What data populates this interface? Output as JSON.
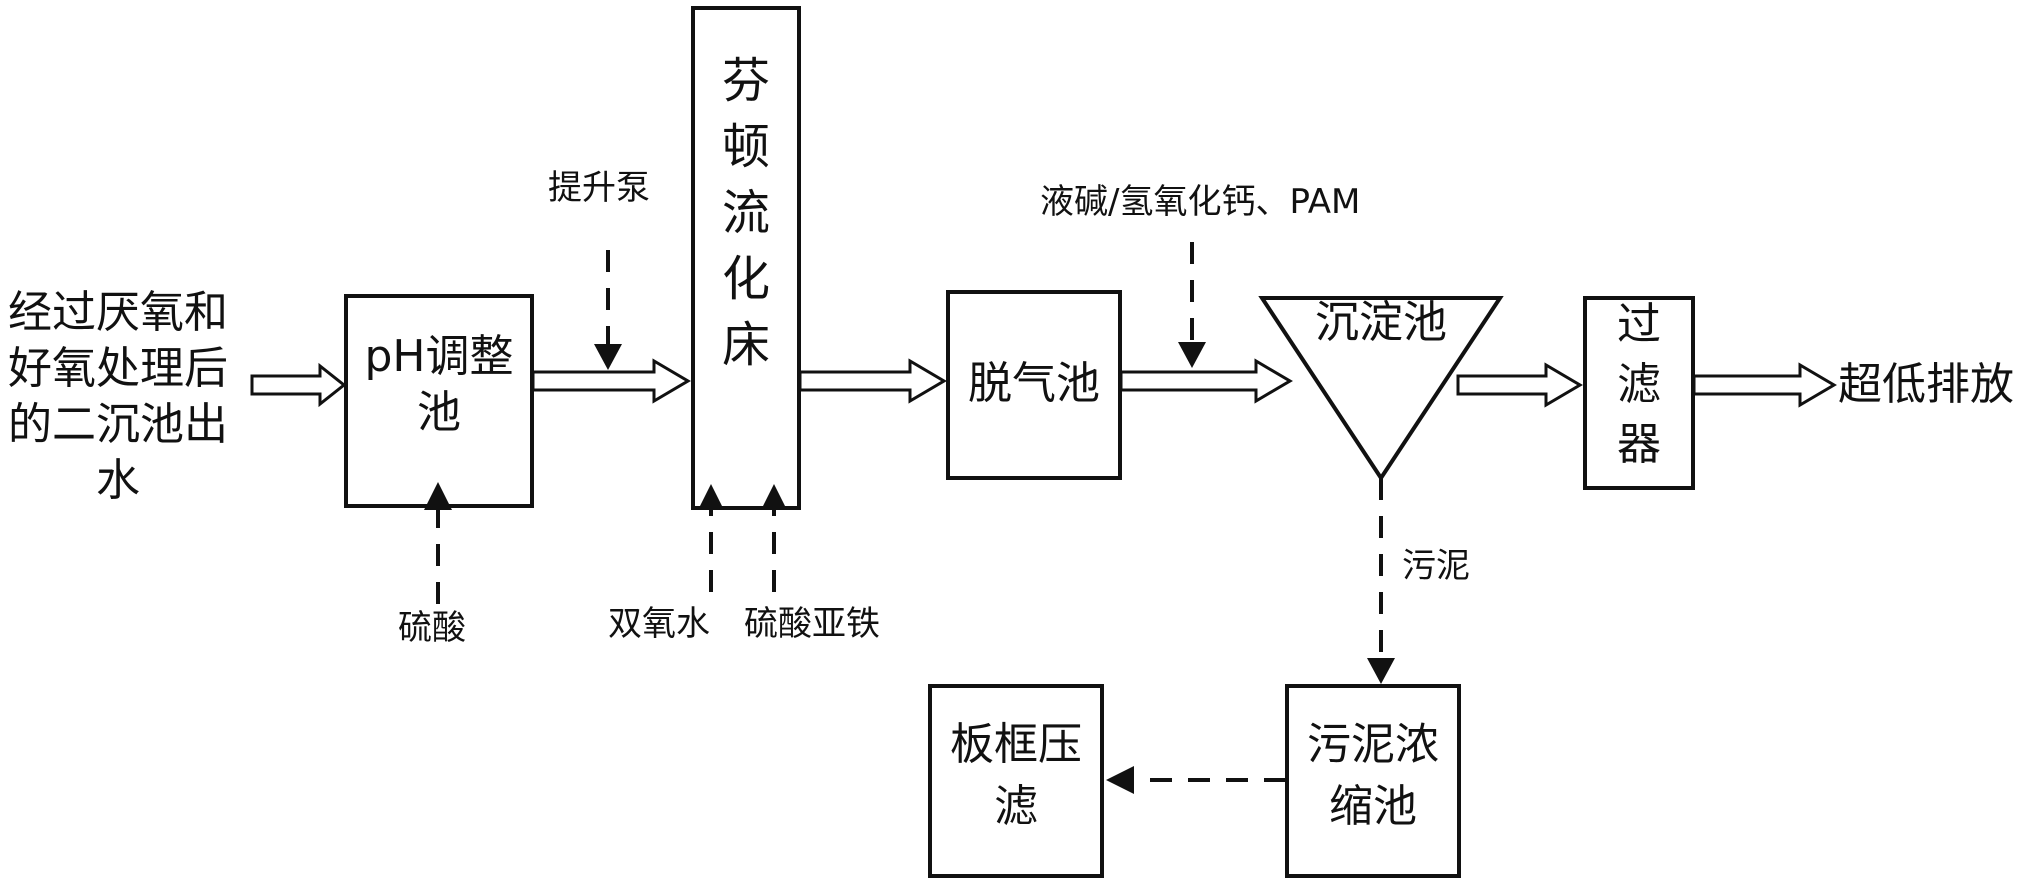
{
  "input": {
    "line1": "经过厌氧和",
    "line2": "好氧处理后",
    "line3": "的二沉池出",
    "line4": "水"
  },
  "ph_tank": {
    "line1": "pH调整",
    "line2": "池"
  },
  "pump": "提升泵",
  "sulfuric_acid": "硫酸",
  "fenton": {
    "c1": "芬",
    "c2": "顿",
    "c3": "流",
    "c4": "化",
    "c5": "床"
  },
  "h2o2": "双氧水",
  "ferrous_sulfate": "硫酸亚铁",
  "degas_tank": "脱气池",
  "alkali_pam": "液碱/氢氧化钙、PAM",
  "sedimentation": "沉淀池",
  "filter": {
    "line1": "过",
    "line2": "滤",
    "line3": "器"
  },
  "output": "超低排放",
  "sludge": "污泥",
  "thickener": {
    "line1": "污泥浓",
    "line2": "缩池"
  },
  "press": {
    "line1": "板框压",
    "line2": "滤"
  },
  "colors": {
    "stroke": "#111111",
    "background": "#ffffff"
  }
}
